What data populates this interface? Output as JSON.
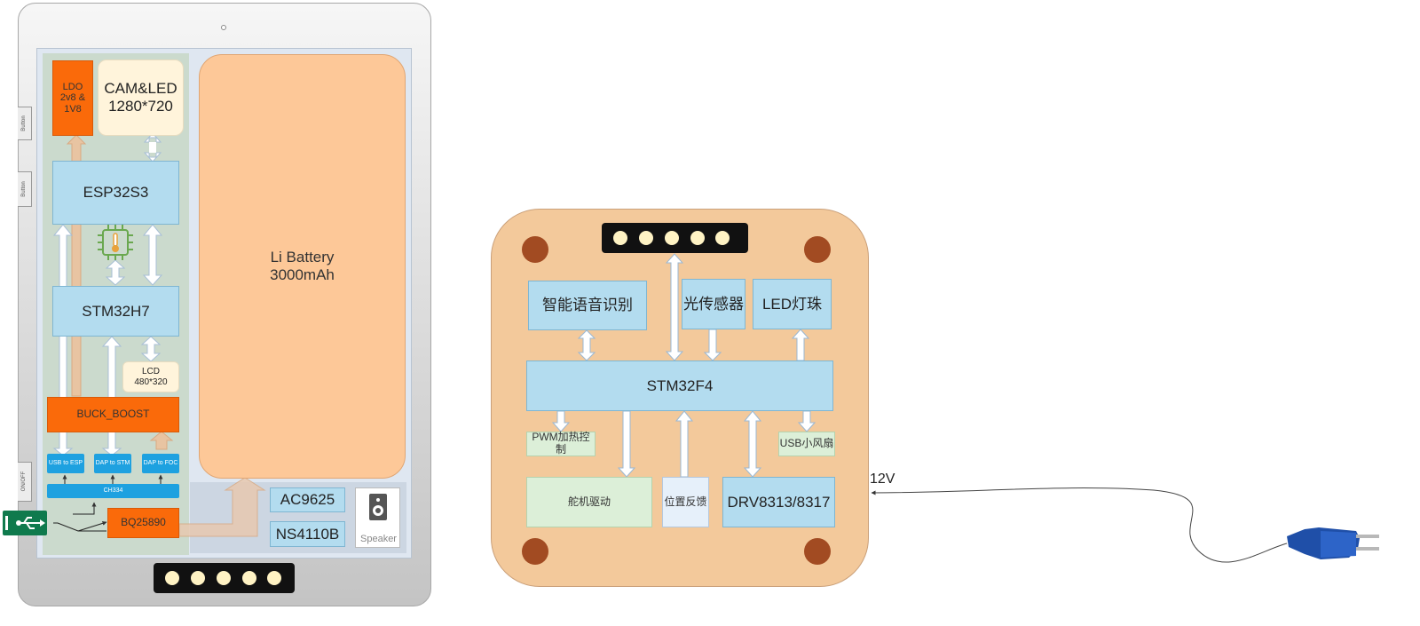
{
  "tablet": {
    "side_buttons": [
      "Button",
      "Button",
      "ON/OFF"
    ],
    "ldo": "LDO\n2v8 &\n1V8",
    "cam": "CAM&LED\n1280*720",
    "esp": "ESP32S3",
    "stm": "STM32H7",
    "lcd": "LCD\n480*320",
    "buck": "BUCK_BOOST",
    "usb_esp": "USB to ESP",
    "dap_stm": "DAP to STM",
    "dap_foc": "DAP to FOC",
    "ch334": "CH334",
    "bq": "BQ25890",
    "battery": "Li Battery\n3000mAh",
    "ac": "AC9625",
    "ns": "NS4110B",
    "speaker": "Speaker"
  },
  "board": {
    "voice": "智能语音识别",
    "light": "光传感器",
    "led": "LED灯珠",
    "mcu": "STM32F4",
    "pwm": "PWM加热控制",
    "usbfan": "USB小风扇",
    "servo": "舵机驱动",
    "pos": "位置反馈",
    "drv": "DRV8313/8317",
    "voltage": "12V"
  },
  "colors": {
    "block_blue": "#b3dcef",
    "orange": "#fa6a0a",
    "battery": "#fdc898",
    "board": "#f3c99b",
    "chip_blue": "#1ea1e0",
    "plug_blue": "#1f4fa8"
  }
}
